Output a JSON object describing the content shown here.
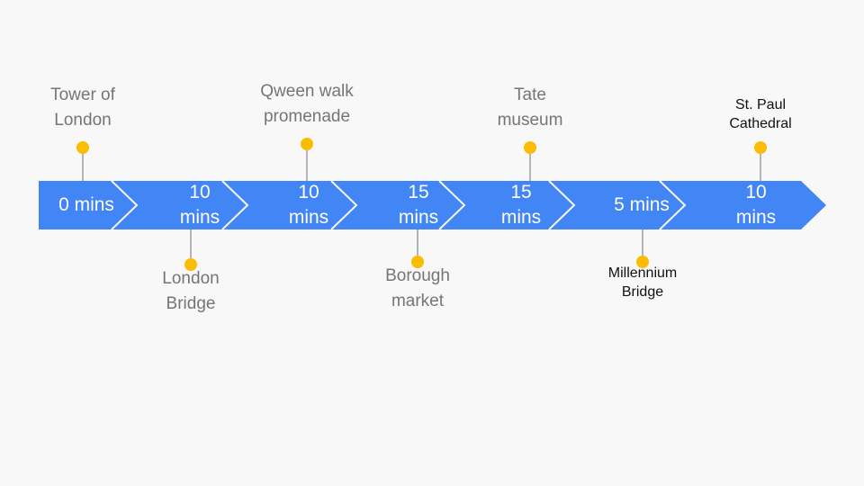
{
  "colors": {
    "bar": "#4285f4",
    "chevron_divider": "#f8f8f8",
    "marker": "#fbbc04",
    "stem": "#9e9e9e"
  },
  "segments": [
    {
      "label": "0 mins"
    },
    {
      "label": "10\nmins"
    },
    {
      "label": "10\nmins"
    },
    {
      "label": "15\nmins"
    },
    {
      "label": "15\nmins"
    },
    {
      "label": "5 mins"
    },
    {
      "label": "10\nmins"
    }
  ],
  "stops": [
    {
      "name": "Tower of\nLondon",
      "side": "top",
      "style": "muted"
    },
    {
      "name": "London\nBridge",
      "side": "bottom",
      "style": "muted"
    },
    {
      "name": "Qween walk\npromenade",
      "side": "top",
      "style": "muted"
    },
    {
      "name": "Borough\nmarket",
      "side": "bottom",
      "style": "muted"
    },
    {
      "name": "Tate\nmuseum",
      "side": "top",
      "style": "muted"
    },
    {
      "name": "Millennium\nBridge",
      "side": "bottom",
      "style": "dark"
    },
    {
      "name": "St. Paul\nCathedral",
      "side": "top",
      "style": "dark"
    }
  ]
}
